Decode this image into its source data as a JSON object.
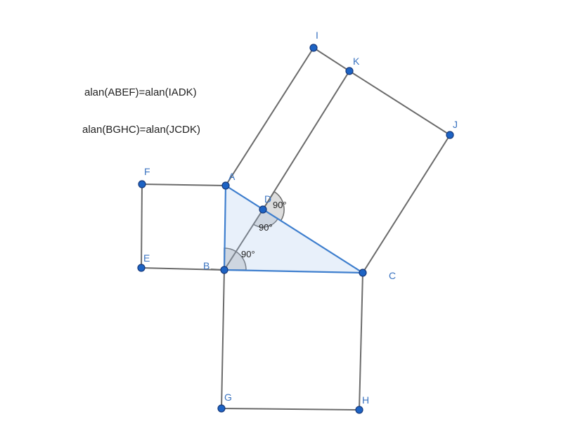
{
  "equations": [
    "alan(ABEF)=alan(IADK)",
    "alan(BGHC)=alan(JCDK)"
  ],
  "points": {
    "A": "A",
    "B": "B",
    "C": "C",
    "D": "D",
    "E": "E",
    "F": "F",
    "G": "G",
    "H": "H",
    "I": "I",
    "J": "J",
    "K": "K"
  },
  "angles": {
    "B": "90°",
    "D_upper": "90°",
    "D_lower": "90°"
  },
  "colors": {
    "triangle": "#3f7fce",
    "points": "#1d63c4",
    "segments": "#6b6b6b"
  }
}
